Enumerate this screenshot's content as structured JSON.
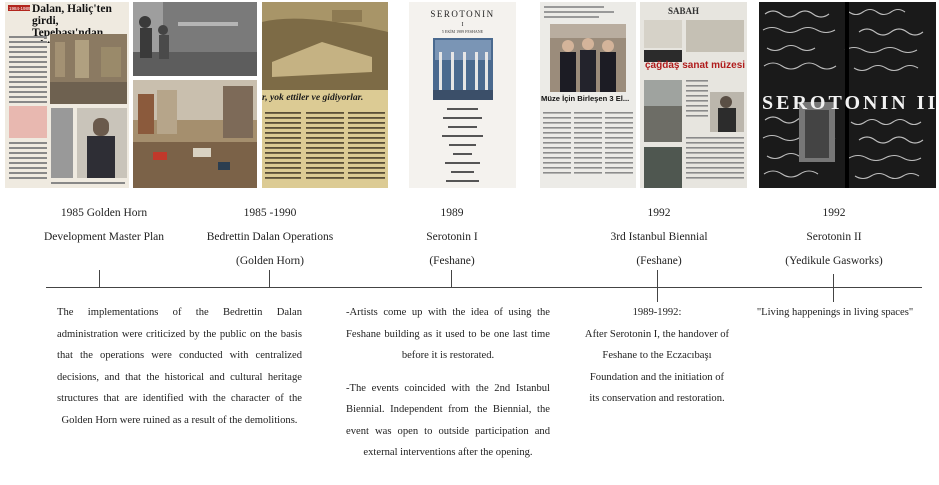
{
  "events": [
    {
      "year": "1985 Golden Horn",
      "lines": [
        "Development Master Plan"
      ],
      "image": {
        "headline_tag": "1984-1989",
        "headline": "Dalan, Haliç'ten girdi, Tepebaşı'ndan çıktı!"
      }
    },
    {
      "year": "1985 -1990",
      "lines": [
        "Bedrettin Dalan Operations",
        "(Golden Horn)"
      ],
      "image": {}
    },
    {
      "year": "",
      "lines": [],
      "image": {
        "headline": "r, yok ettiler ve gidiyorlar."
      }
    },
    {
      "year": "1989",
      "lines": [
        "Serotonin I",
        "(Feshane)"
      ],
      "image": {
        "title": "SEROTONIN",
        "numeral": "I",
        "subtitle": "5 EKİM 1989 FESHANE"
      }
    },
    {
      "year": "1992",
      "lines": [
        "3rd Istanbul Biennial",
        "(Feshane)"
      ],
      "image": {
        "headline_a": "Müze İçin Birleşen 3 El...",
        "masthead": "SABAH",
        "headline_b": "çağdaş sanat müzesi"
      }
    },
    {
      "year": "1992",
      "lines": [
        "Serotonin II",
        "(Yedikule Gasworks)"
      ],
      "image": {
        "title": "SEROTONIN II"
      }
    }
  ],
  "descriptions": {
    "dalan": "The implementations of the Bedrettin Dalan administration were criticized by the public on the basis that the operations were conducted with centralized decisions, and that the historical and cultural heritage structures that are identified with the character of the Golden Horn were ruined as a result of the demolitions.",
    "serotonin1_a": "-Artists come up with the idea of using the Feshane building as it used to be one last time before it is restorated.",
    "serotonin1_b": "-The events coincided with the 2nd Istanbul Biennial. Independent from the Biennial, the event was open to outside participation and external interventions after the opening.",
    "handover_year": "1989-1992:",
    "handover": "After Serotonin I, the handover of Feshane to the Eczacıbaşı Foundation and the initiation of its conservation and restoration.",
    "serotonin2": "\"Living happenings in living spaces\""
  }
}
